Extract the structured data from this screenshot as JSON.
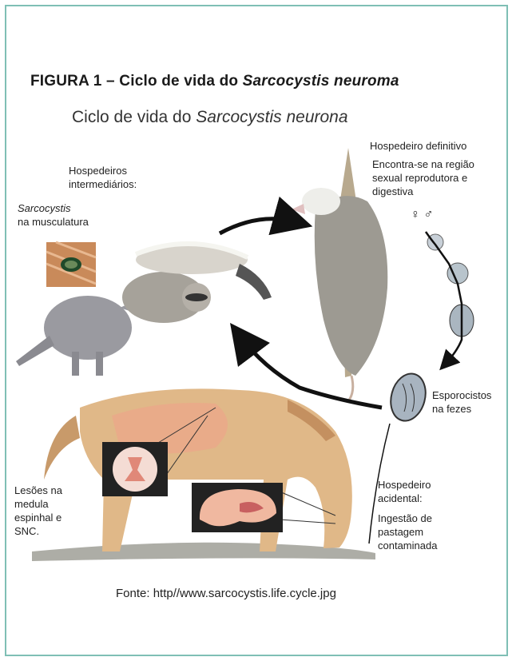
{
  "figure": {
    "title_prefix": "FIGURA 1 – Ciclo de vida do ",
    "title_species": "Sarcocystis neuroma"
  },
  "diagram": {
    "subtitle_prefix": "Ciclo de vida do ",
    "subtitle_species": "Sarcocystis neurona"
  },
  "labels": {
    "intermediate_hosts_line1": "Hospedeiros",
    "intermediate_hosts_line2": "intermediários:",
    "sarcocystis_species": "Sarcocystis",
    "sarcocystis_location": "na musculatura",
    "definitive_host": "Hospedeiro definitivo",
    "definitive_desc_line1": "Encontra-se na região",
    "definitive_desc_line2": "sexual reprodutora e",
    "definitive_desc_line3": "digestiva",
    "sex_symbols": "♀ ♂",
    "sporocysts_line1": "Esporocistos",
    "sporocysts_line2": "na fezes",
    "lesions_line1": "Lesões na",
    "lesions_line2": "medula",
    "lesions_line3": "espinhal e",
    "lesions_line4": "SNC.",
    "accidental_line1": "Hospedeiro",
    "accidental_line2": "acidental:",
    "ingestion_line1": "Ingestão de",
    "ingestion_line2": "pastagem",
    "ingestion_line3": "contaminada"
  },
  "source": "Fonte: http//www.sarcocystis.life.cycle.jpg",
  "colors": {
    "border": "#7fbfb5",
    "horse": "#e0b888",
    "arrow": "#111111"
  }
}
